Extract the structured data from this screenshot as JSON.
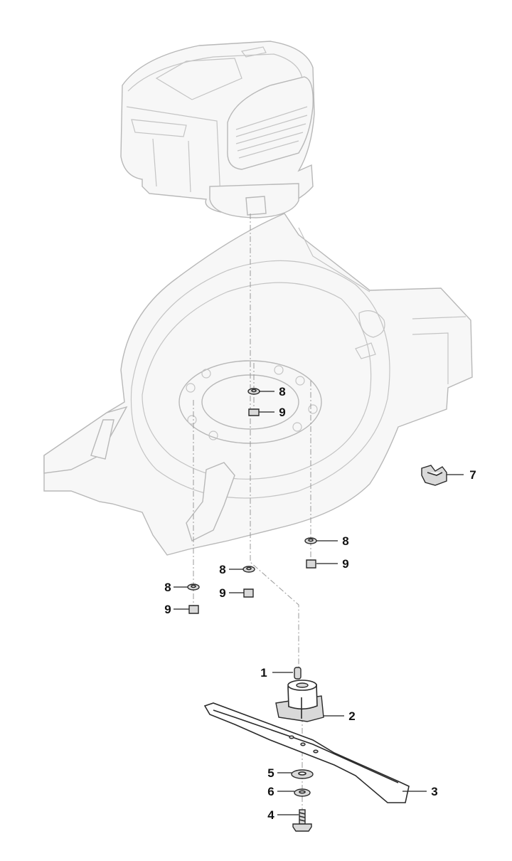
{
  "callouts": [
    {
      "id": "c1",
      "label": "1"
    },
    {
      "id": "c2",
      "label": "2"
    },
    {
      "id": "c3",
      "label": "3"
    },
    {
      "id": "c4",
      "label": "4"
    },
    {
      "id": "c5",
      "label": "5"
    },
    {
      "id": "c6",
      "label": "6"
    },
    {
      "id": "c7",
      "label": "7"
    },
    {
      "id": "c8a",
      "label": "8"
    },
    {
      "id": "c9a",
      "label": "9"
    },
    {
      "id": "c8b",
      "label": "8"
    },
    {
      "id": "c9b",
      "label": "9"
    },
    {
      "id": "c8c",
      "label": "8"
    },
    {
      "id": "c9c",
      "label": "9"
    },
    {
      "id": "c8d",
      "label": "8"
    },
    {
      "id": "c9d",
      "label": "9"
    }
  ]
}
